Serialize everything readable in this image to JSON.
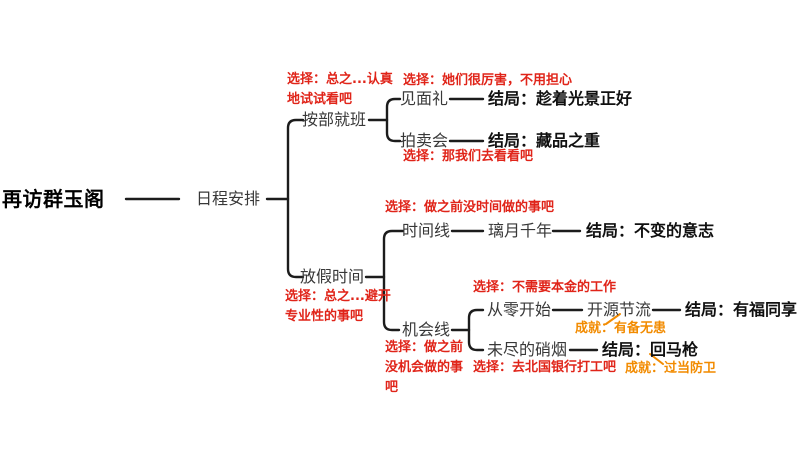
{
  "colors": {
    "red": "#e02419",
    "orange": "#f28b00",
    "line": "#1c1c1c",
    "node_text": "#383838",
    "end_text": "#101010",
    "background": "#ffffff"
  },
  "labels": {
    "root": "再访群玉阁",
    "schedule": "日程安排",
    "work": "按部就班",
    "work_choice": "选择：总之...认真\n地试试看吧",
    "meeting_choice": "选择：她们很厉害，不用担心",
    "meeting": "见面礼",
    "meeting_end": "结局：趁着光景正好",
    "auction": "拍卖会",
    "auction_end": "结局：藏品之重",
    "auction_choice": "选择：那我们去看看吧",
    "holiday": "放假时间",
    "holiday_choice": "选择：总之...避开\n专业性的事吧",
    "timeline_choice": "选择：做之前没时间做的事吧",
    "timeline": "时间线",
    "liyue": "璃月千年",
    "timeline_end": "结局：不变的意志",
    "chance": "机会线",
    "chance_choice": "选择：做之前\n没机会做的事\n吧",
    "zero_choice": "选择：不需要本金的工作",
    "zero": "从零开始",
    "kaiyuan": "开源节流",
    "zero_end": "结局：有福同享",
    "zero_achievement": "成就：有备无患",
    "smoke": "未尽的硝烟",
    "smoke_choice": "选择：去北国银行打工吧",
    "smoke_end": "结局：回马枪",
    "smoke_achievement": "成就：过当防卫"
  }
}
